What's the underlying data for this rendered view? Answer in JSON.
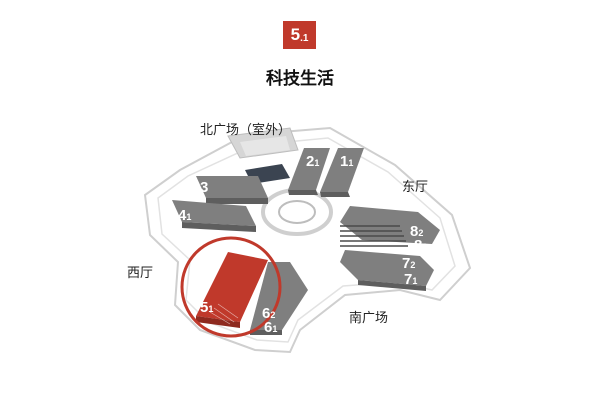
{
  "header": {
    "badge_main": "5",
    "badge_sub": ".1",
    "title": "科技生活"
  },
  "areas": {
    "north": "北广场（室外）",
    "east": "东厅",
    "west": "西厅",
    "south": "南广场"
  },
  "halls": [
    {
      "id": "2.1",
      "main": "2",
      "sub": "1"
    },
    {
      "id": "1.1",
      "main": "1",
      "sub": "1"
    },
    {
      "id": "3",
      "main": "3",
      "sub": ""
    },
    {
      "id": "4.1",
      "main": "4",
      "sub": "1"
    },
    {
      "id": "8.2",
      "main": "8",
      "sub": "2"
    },
    {
      "id": "8.1",
      "main": "8",
      "sub": "1"
    },
    {
      "id": "7.2",
      "main": "7",
      "sub": "2"
    },
    {
      "id": "7.1",
      "main": "7",
      "sub": "1"
    },
    {
      "id": "5.1",
      "main": "5",
      "sub": "1",
      "highlighted": true
    },
    {
      "id": "6.2",
      "main": "6",
      "sub": "2"
    },
    {
      "id": "6.1",
      "main": "6",
      "sub": "1"
    }
  ],
  "colors": {
    "accent": "#c0392b",
    "hall": "#7f7f7f",
    "hall_top": "#9a9a9a",
    "outline": "#cfcfcf"
  }
}
